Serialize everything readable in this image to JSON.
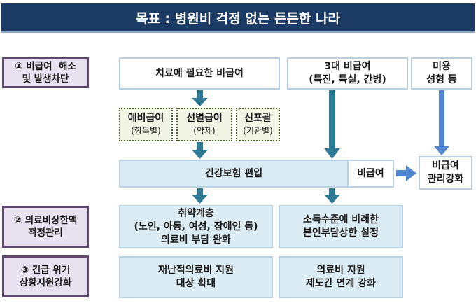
{
  "title": "목표 : 병원비 걱정 없는 든든한 나라",
  "rows": [
    {
      "label_line1": "① 비급여  해소",
      "label_line2": "및 발생차단"
    },
    {
      "label_line1": "② 의료비상한액",
      "label_line2": "적정관리"
    },
    {
      "label_line1": "③ 긴급 위기",
      "label_line2": "상황지원강화"
    }
  ],
  "top_boxes": {
    "necessary": "치료에 필요한 비급여",
    "major3_line1": "3대 비급여",
    "major3_line2": "(특진, 특실, 간병)",
    "cosmetic_line1": "미용",
    "cosmetic_line2": "성형 등"
  },
  "methods": [
    {
      "name": "예비급여",
      "sub": "(항목별)"
    },
    {
      "name": "선별급여",
      "sub": "(약제)"
    },
    {
      "name": "신포괄",
      "sub": "(기관별)"
    }
  ],
  "insurance": {
    "label": "건강보험 편입",
    "noncovered": "비급여"
  },
  "management": {
    "line1": "비급여",
    "line2": "관리강화"
  },
  "row2_boxes": [
    {
      "line1": "취약계층",
      "line2": "(노인, 아동, 여성, 장애인 등)",
      "line3": "의료비 부담 완화"
    },
    {
      "line1": "소득수준에 비례한",
      "line2": "본인부담상한 설정"
    }
  ],
  "row3_boxes": [
    {
      "line1": "재난적의료비 지원",
      "line2": "대상 확대"
    },
    {
      "line1": "의료비 지원",
      "line2": "제도간 연계 강화"
    }
  ],
  "colors": {
    "header": "#1b3a64",
    "arrow_teal": "#2e7a96",
    "arrow_blue": "#4f86d0",
    "label_bg": "#e8e2f0",
    "label_border": "#5d4a6e",
    "box_blue": "#dcecf4"
  }
}
